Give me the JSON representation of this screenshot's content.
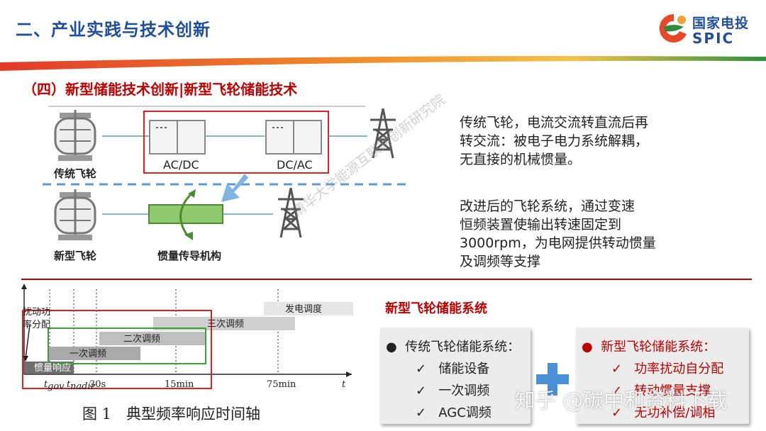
{
  "header": {
    "title": "二、产业实践与技术创新",
    "logo_cn": "国家电投",
    "logo_en": "SPIC"
  },
  "subtitle": "（四）新型储能技术创新|新型飞轮储能技术",
  "diagram": {
    "traditional_label": "传统飞轮",
    "new_label": "新型飞轮",
    "acdc_label": "AC/DC",
    "dcac_label": "DC/AC",
    "inertia_label": "惯量传导机构",
    "traditional_desc": [
      "传统飞轮，电流交流转直流后再",
      "转交流：被电子电力系统解耦，",
      "无直接的机械惯量。"
    ],
    "new_desc": [
      "改进后的飞轮系统，通过变速",
      "恒频装置使输出转速固定到",
      "3000rpm，为电网提供转动惯量",
      "及调频等支撑"
    ],
    "watermark": "清华大学能源互联网创新研究院"
  },
  "timeline": {
    "bars": [
      "发电调度",
      "三次调频",
      "二次调频",
      "一次调频",
      "惯量响应"
    ],
    "left_label_1": "扰动功",
    "left_label_2": "率分配",
    "ticks": [
      "t",
      "t",
      "30s",
      "15min",
      "75min",
      "t"
    ],
    "tick_subs": [
      "gov",
      "nadir"
    ],
    "caption": "图 1　典型频率响应时间轴"
  },
  "system": {
    "title": "新型飞轮储能系统",
    "left_card": {
      "head": "传统飞轮储能系统：",
      "items": [
        "储能设备",
        "一次调频",
        "AGC调频"
      ]
    },
    "right_card": {
      "head": "新型飞轮储能系统：",
      "items": [
        "功率扰动自分配",
        "转动惯量支撑",
        "无功补偿/调相"
      ]
    }
  },
  "footer_watermark": "知乎 @碳中和资料下载",
  "colors": {
    "title_blue": "#1f4e9a",
    "accent_red": "#c00000",
    "line_blue": "#5b9bd5",
    "green": "#70ad47",
    "plus_blue": "#4a90d9"
  }
}
